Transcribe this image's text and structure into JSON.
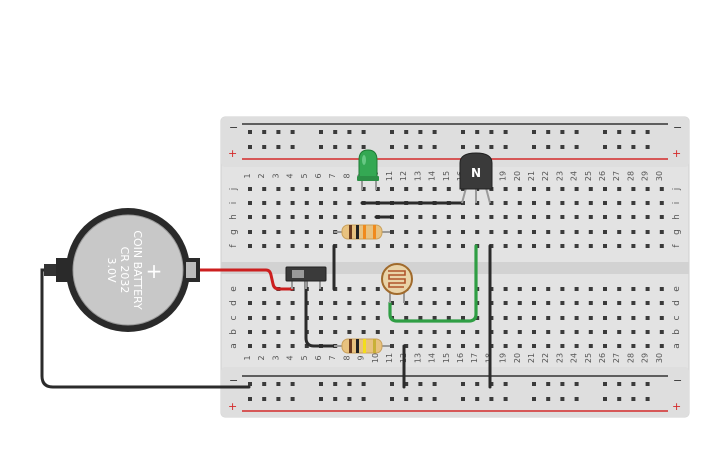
{
  "breadboard": {
    "columns": [
      "1",
      "2",
      "3",
      "4",
      "5",
      "6",
      "7",
      "8",
      "9",
      "10",
      "11",
      "12",
      "13",
      "14",
      "15",
      "16",
      "17",
      "18",
      "19",
      "20",
      "21",
      "22",
      "23",
      "24",
      "25",
      "26",
      "27",
      "28",
      "29",
      "30"
    ],
    "top_rows": [
      "j",
      "i",
      "h",
      "g",
      "f"
    ],
    "bottom_rows": [
      "e",
      "d",
      "c",
      "b",
      "a"
    ],
    "rail_minus": "−",
    "rail_plus": "+"
  },
  "battery": {
    "line1": "COIN BATTERY",
    "line2": "CR 2032",
    "line3": "3.0V",
    "plus_symbol": "+"
  },
  "transistor": {
    "label": "N"
  },
  "colors": {
    "board": "#e2e2e2",
    "rail_red": "#d42a2a",
    "rail_dark": "#333333",
    "hole": "#3a3a3a",
    "wire_red": "#cc1f1f",
    "wire_black": "#2b2b2b",
    "wire_green": "#2f9e44",
    "led_green": "#34a853",
    "battery_body": "#c8c8c8",
    "battery_shell": "#2a2a2a",
    "transistor_body": "#3a3a3a"
  }
}
